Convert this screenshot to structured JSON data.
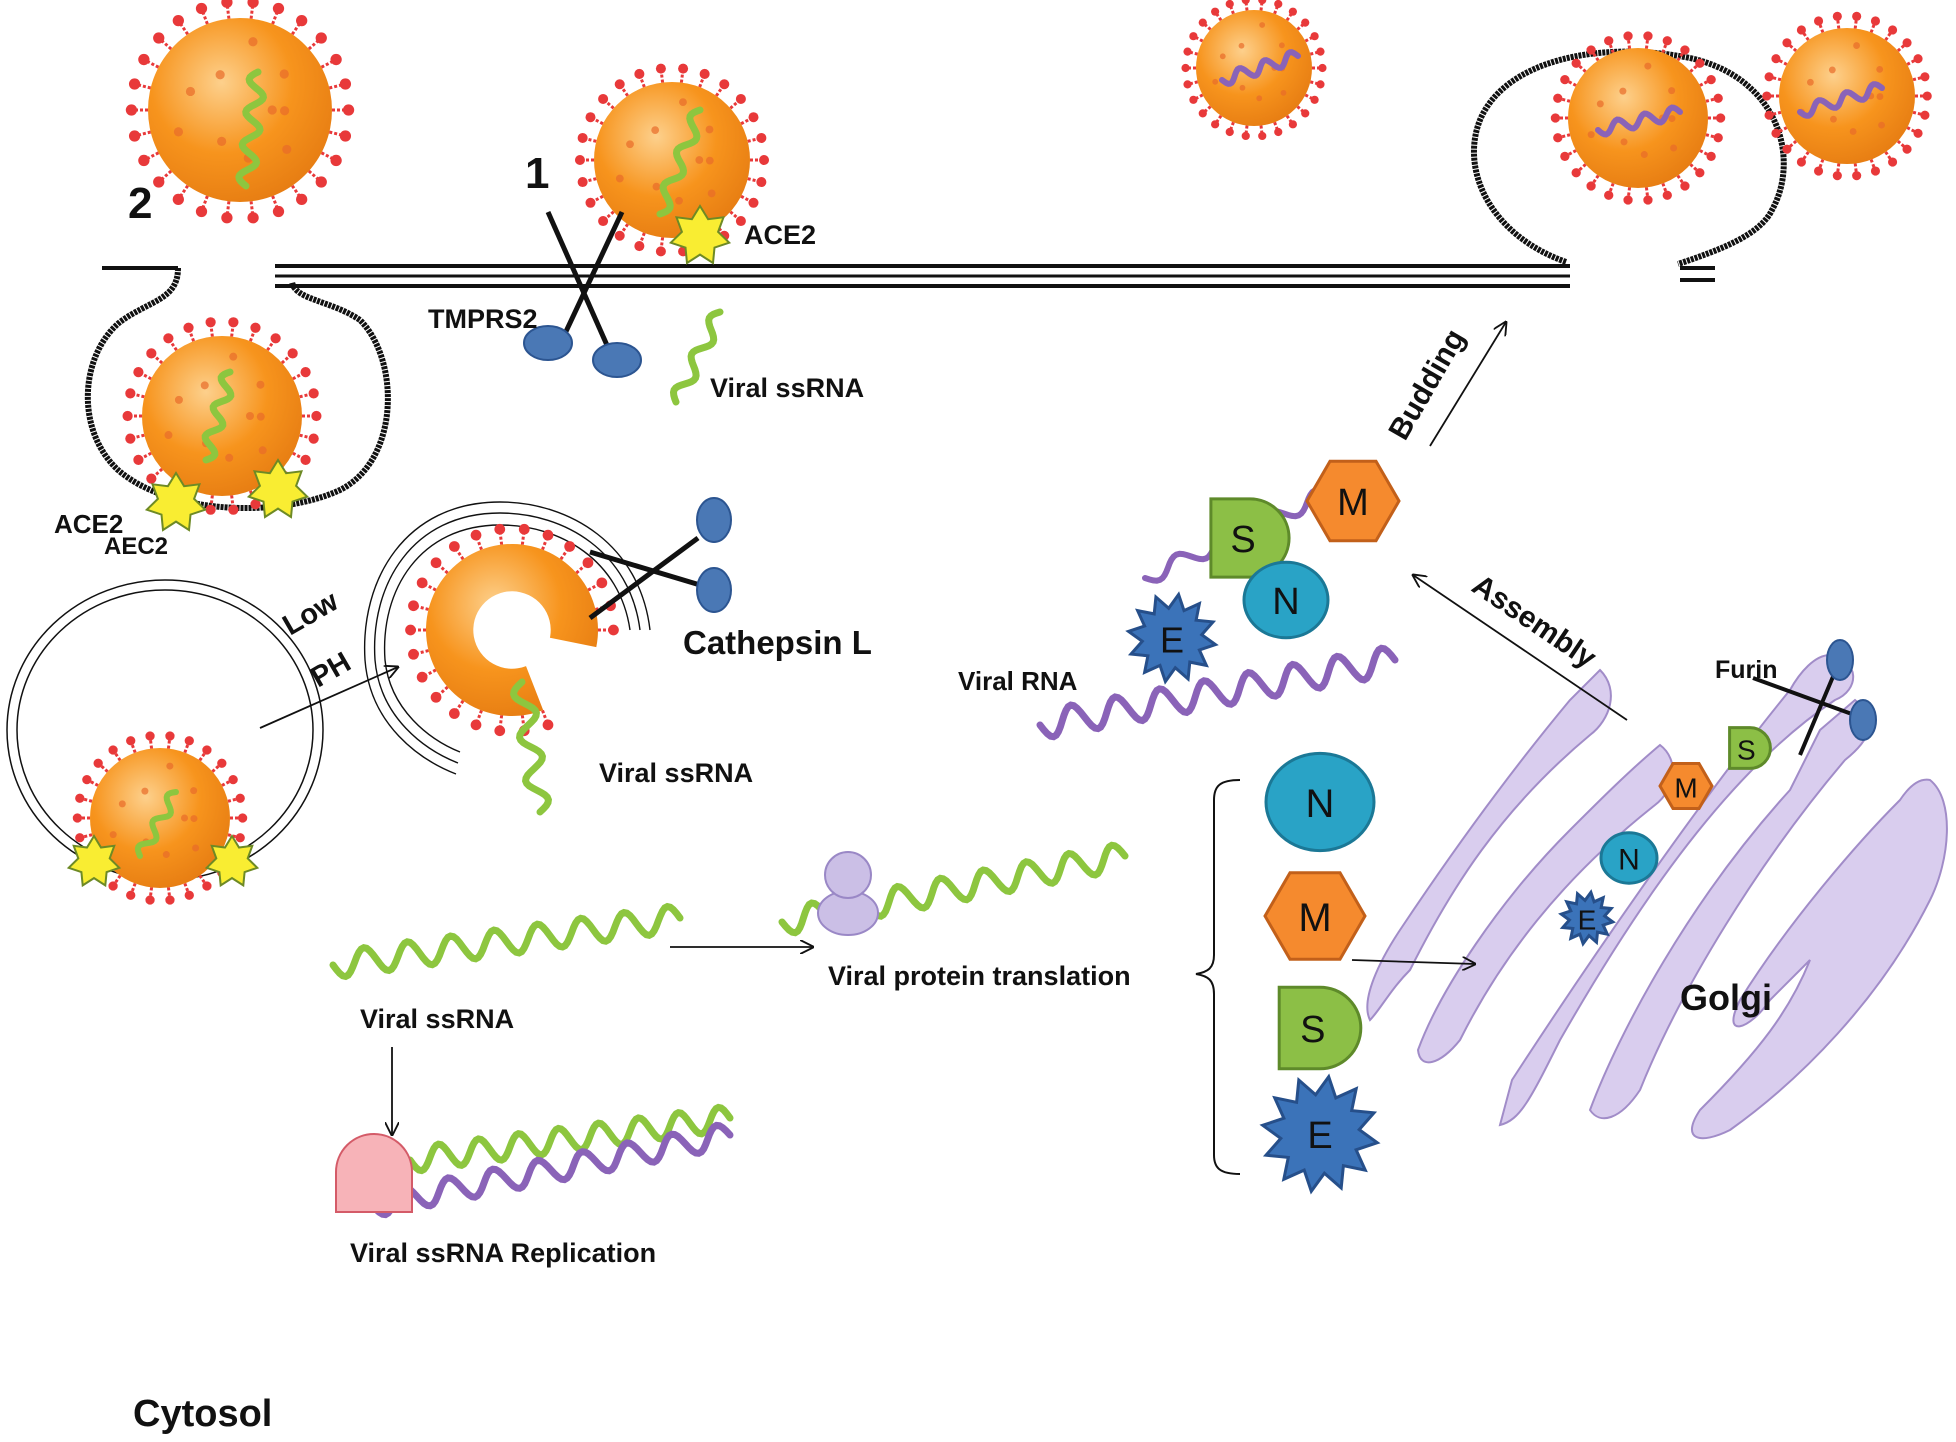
{
  "labels": {
    "step1": "1",
    "step2": "2",
    "ace2_top": "ACE2",
    "tmprs2": "TMPRS2",
    "viral_ssrna_top": "Viral ssRNA",
    "ace2_left": "ACE2",
    "aec2_left": "AEC2",
    "low": "Low",
    "ph": "PH",
    "cathepsin_l": "Cathepsin L",
    "viral_ssrna_endo": "Viral ssRNA",
    "budding": "Budding",
    "assembly": "Assembly",
    "viral_rna": "Viral RNA",
    "furin": "Furin",
    "golgi": "Golgi",
    "viral_ssrna_cyto": "Viral ssRNA",
    "viral_protein_translation": "Viral protein translation",
    "viral_ssrna_replication": "Viral ssRNA Replication",
    "cytosol": "Cytosol"
  },
  "proteins": {
    "n": "N",
    "m": "M",
    "s": "S",
    "e": "E"
  },
  "colors": {
    "virus_orange": "#f7941d",
    "spike_red": "#e8393a",
    "ssrna_green": "#8dc63f",
    "viral_rna_purple": "#8a63b8",
    "receptor_yellow": "#f9ed32",
    "protease_blue": "#4a78b5",
    "n_teal": "#29a3c6",
    "m_orange": "#f58a2e",
    "s_green": "#8cbf46",
    "e_blue": "#3b73b9",
    "golgi_lavender": "#d9cdee",
    "ribosome_lilac": "#cbbfe6",
    "polymerase_pink": "#f7b3b8"
  },
  "icons": [
    "virus-particle",
    "ace2-star",
    "protease-cross",
    "ribosome",
    "polymerase",
    "golgi-stack"
  ]
}
